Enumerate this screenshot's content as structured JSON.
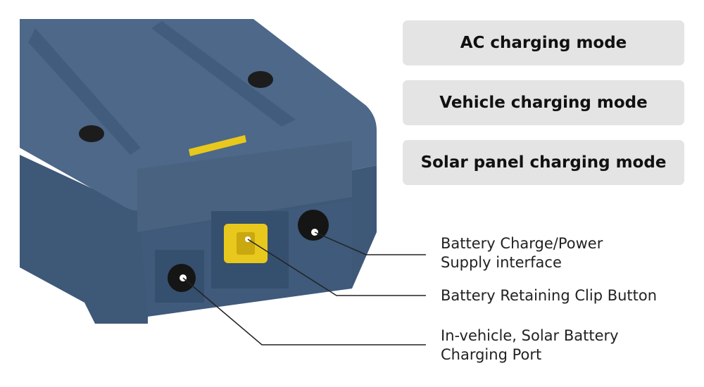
{
  "modes": [
    "AC charging mode",
    "Vehicle charging mode",
    "Solar panel charging mode"
  ],
  "callouts": {
    "power_interface": [
      "Battery Charge/Power",
      "Supply interface"
    ],
    "clip_button": "Battery Retaining Clip Button",
    "charging_port": [
      "In-vehicle, Solar Battery",
      "Charging Port"
    ]
  },
  "colors": {
    "body": "#4a6585",
    "accent": "#e8c81c",
    "box": "#e4e4e4"
  }
}
